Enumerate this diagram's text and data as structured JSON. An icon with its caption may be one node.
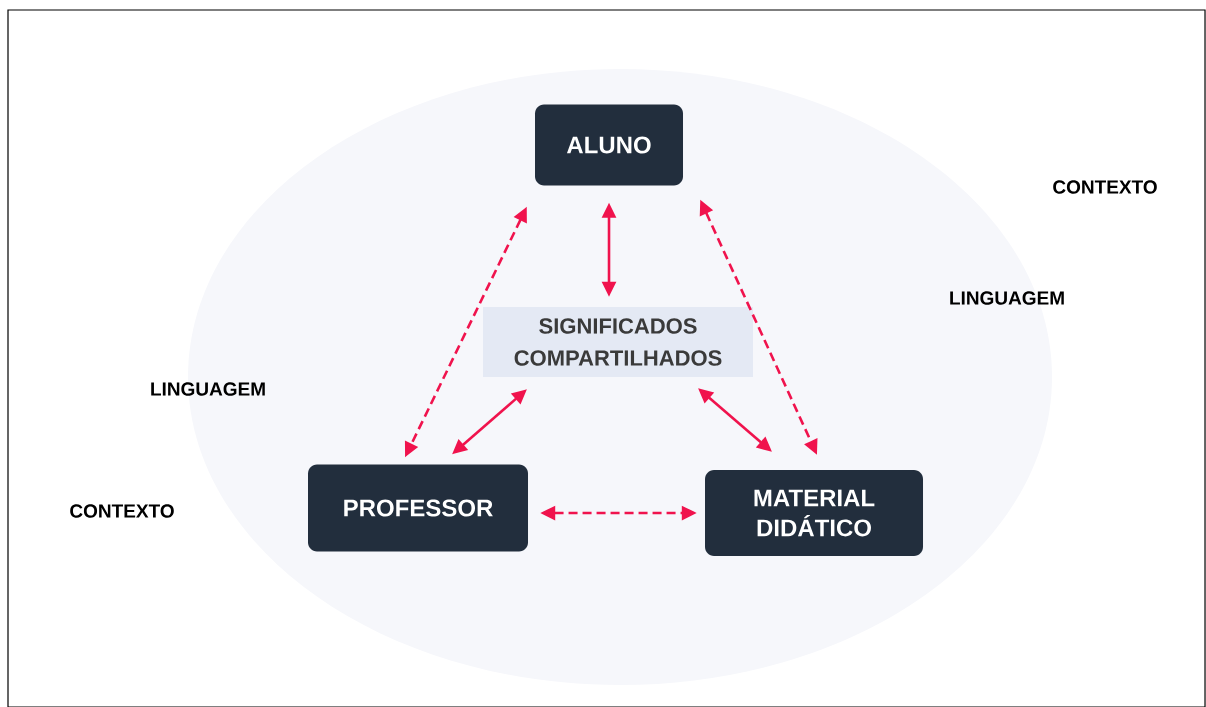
{
  "diagram": {
    "nodes": [
      {
        "text": [
          "ALUNO"
        ]
      },
      {
        "text": [
          "PROFESSOR"
        ]
      },
      {
        "text": [
          "MATERIAL DIDÁTICO"
        ]
      },
      {
        "text": [
          "SIGNIFICADOS COMPARTILHADOS"
        ]
      }
    ],
    "edges": [
      {
        "from": 0,
        "to": 1,
        "arrow": "both",
        "style": "dashed"
      },
      {
        "from": 0,
        "to": 2,
        "arrow": "both",
        "style": "dashed"
      },
      {
        "from": 1,
        "to": 2,
        "arrow": "both",
        "style": "dashed"
      },
      {
        "from": 0,
        "to": 3,
        "arrow": "both"
      },
      {
        "from": 1,
        "to": 3,
        "arrow": "both"
      },
      {
        "from": 2,
        "to": 3,
        "arrow": "both"
      }
    ],
    "labels": [
      "CONTEXTO",
      "LINGUAGEM",
      "LINGUAGEM",
      "CONTEXTO"
    ]
  }
}
